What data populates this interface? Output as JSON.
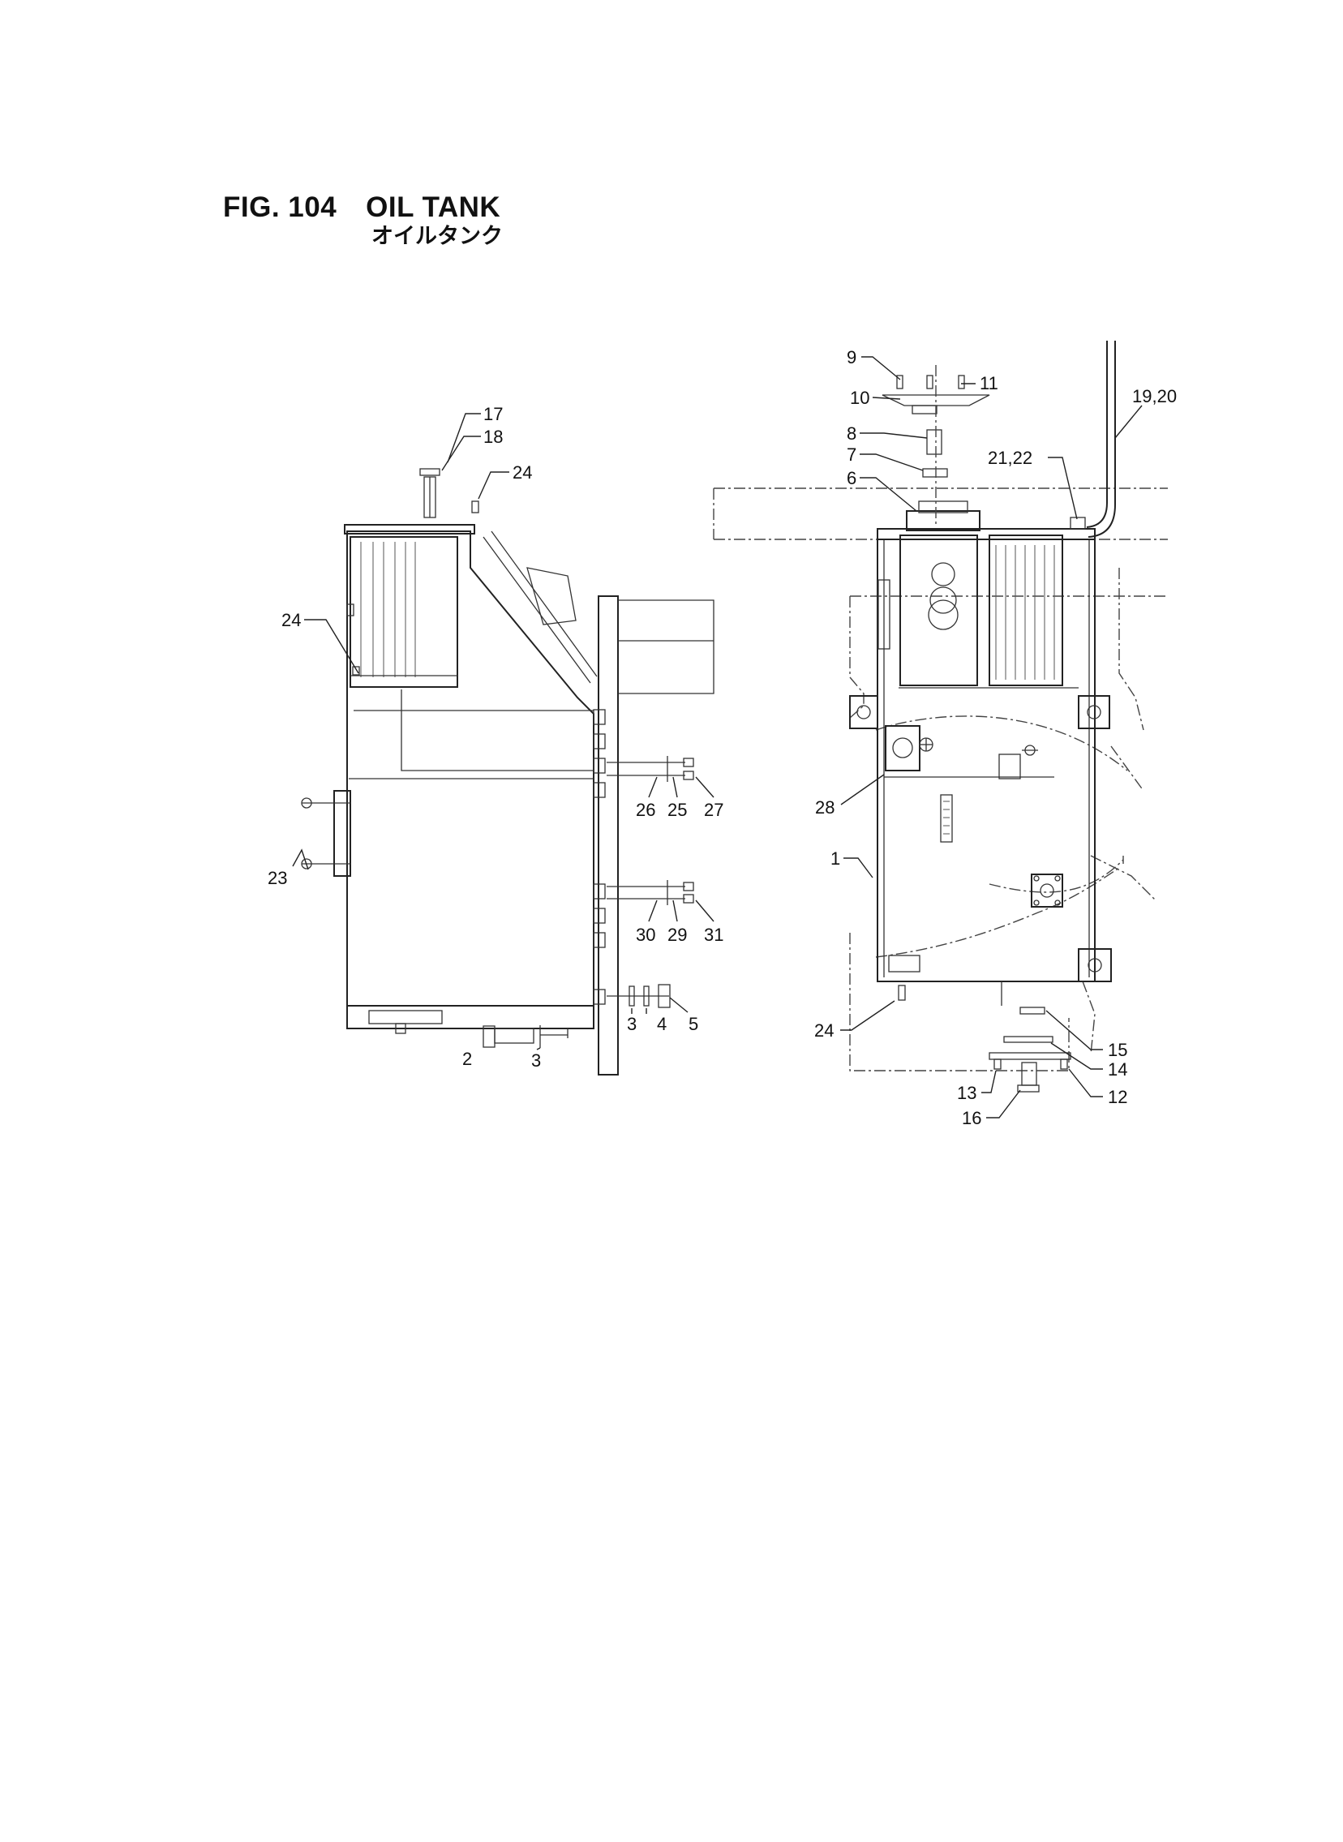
{
  "figure": {
    "number": "FIG. 104",
    "name": "OIL TANK",
    "name_jp": "オイルタンク"
  },
  "part_labels": {
    "p1": "1",
    "p2": "2",
    "p3a": "3",
    "p3b": "3",
    "p4": "4",
    "p5": "5",
    "p6": "6",
    "p7": "7",
    "p8": "8",
    "p9": "9",
    "p10": "10",
    "p11": "11",
    "p12": "12",
    "p13": "13",
    "p14": "14",
    "p15": "15",
    "p16": "16",
    "p17": "17",
    "p18": "18",
    "p19_20": "19,20",
    "p21_22": "21,22",
    "p23": "23",
    "p24a": "24",
    "p24b": "24",
    "p24c": "24",
    "p25": "25",
    "p26": "26",
    "p27": "27",
    "p28": "28",
    "p29": "29",
    "p30": "30",
    "p31": "31"
  }
}
